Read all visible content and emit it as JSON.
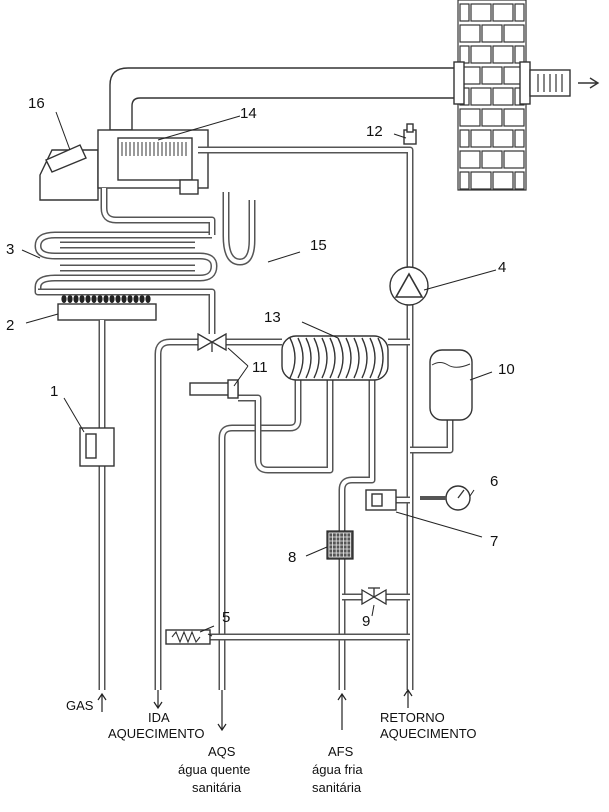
{
  "callouts": {
    "n1": "1",
    "n2": "2",
    "n3": "3",
    "n4": "4",
    "n5": "5",
    "n6": "6",
    "n7": "7",
    "n8": "8",
    "n9": "9",
    "n10": "10",
    "n11": "11",
    "n12": "12",
    "n13": "13",
    "n14": "14",
    "n15": "15",
    "n16": "16"
  },
  "connections": {
    "gas": "GAS",
    "ida_line1": "IDA",
    "ida_line2": "AQUECIMENTO",
    "aqs_line1": "AQS",
    "aqs_line2": "água quente",
    "aqs_line3": "sanitária",
    "afs_line1": "AFS",
    "afs_line2": "água fria",
    "afs_line3": "sanitária",
    "retorno_line1": "RETORNO",
    "retorno_line2": "AQUECIMENTO"
  }
}
